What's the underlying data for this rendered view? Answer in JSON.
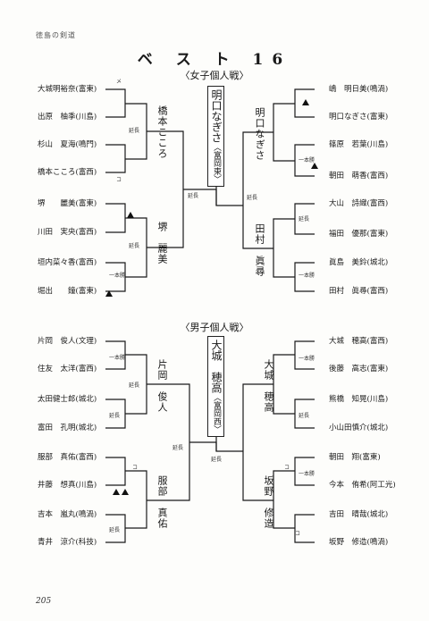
{
  "header": "徳島の剣道",
  "title": "ベ ス ト 16",
  "page_number": "205",
  "note_labels": {
    "extension": "延長",
    "ippon": "一本勝",
    "kote": "コ",
    "men": "メ"
  },
  "women": {
    "heading": "〈女子個人戦〉",
    "champion": {
      "name": "明口なぎさ",
      "school": "〈富岡東〉"
    },
    "left_players": [
      "大城明裕奈(富東)",
      "出原　柚季(川島)",
      "杉山　夏海(鳴門)",
      "橋本こころ(富西)",
      "堺　　麗美(富東)",
      "川田　実央(富西)",
      "垣内菜々香(富西)",
      "堀出　　鐘(富東)"
    ],
    "right_players": [
      "嶋　明日美(鳴渦)",
      "明口なぎさ(富東)",
      "篠原　若葉(川島)",
      "朝田　萌香(富西)",
      "大山　詩織(富西)",
      "福田　優那(富東)",
      "眞島　美鈴(城北)",
      "田村　眞尋(富西)"
    ],
    "left_semi": [
      "橋本こころ",
      "堺　麗美"
    ],
    "right_semi": [
      "明口なぎさ",
      "田村　眞尋"
    ]
  },
  "men": {
    "heading": "〈男子個人戦〉",
    "champion": {
      "name": "大城　穂高",
      "school": "〈富岡西〉"
    },
    "left_players": [
      "片岡　俊人(文理)",
      "住友　太洋(富西)",
      "太田健士郎(城北)",
      "富田　孔明(城北)",
      "服部　真佑(富西)",
      "井藤　想真(川島)",
      "吉本　嵐丸(鳴渦)",
      "青井　涼介(科技)"
    ],
    "right_players": [
      "大城　穂高(富西)",
      "後藤　高志(富東)",
      "熊橋　知晃(川島)",
      "小山田慎介(城北)",
      "朝田　翔(富東)",
      "今本　侑希(阿工光)",
      "吉田　晴哉(城北)",
      "坂野　修造(鳴渦)"
    ],
    "left_semi": [
      "片岡　俊人",
      "服部　真佑"
    ],
    "right_semi": [
      "大城　穂高",
      "坂野　修造"
    ]
  }
}
